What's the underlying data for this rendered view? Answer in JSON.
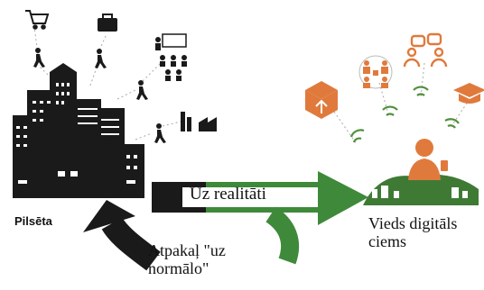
{
  "city": {
    "label": "Pilsēta",
    "building_color": "#1a1a1a",
    "person_color": "#1a1a1a",
    "icons": [
      "shopping-cart-icon",
      "briefcase-icon",
      "presentation-group-icon",
      "factory-icon"
    ]
  },
  "village": {
    "label_lines": [
      "Vieds digitāls",
      "ciems"
    ],
    "accent_color": "#e07a3c",
    "signal_color": "#4f8f3a",
    "village_color": "#3f7a35",
    "icons": [
      "box-upload-icon",
      "meeting-people-icon",
      "chat-people-icon",
      "graduation-cap-icon",
      "farmer-person-icon"
    ]
  },
  "flows": {
    "forward_label": "Uz realitāti",
    "back_label_lines": [
      "Atpakaļ \"uz",
      "normālo\""
    ],
    "forward_color": "#3e8a3a",
    "back_color": "#1a1a1a"
  }
}
